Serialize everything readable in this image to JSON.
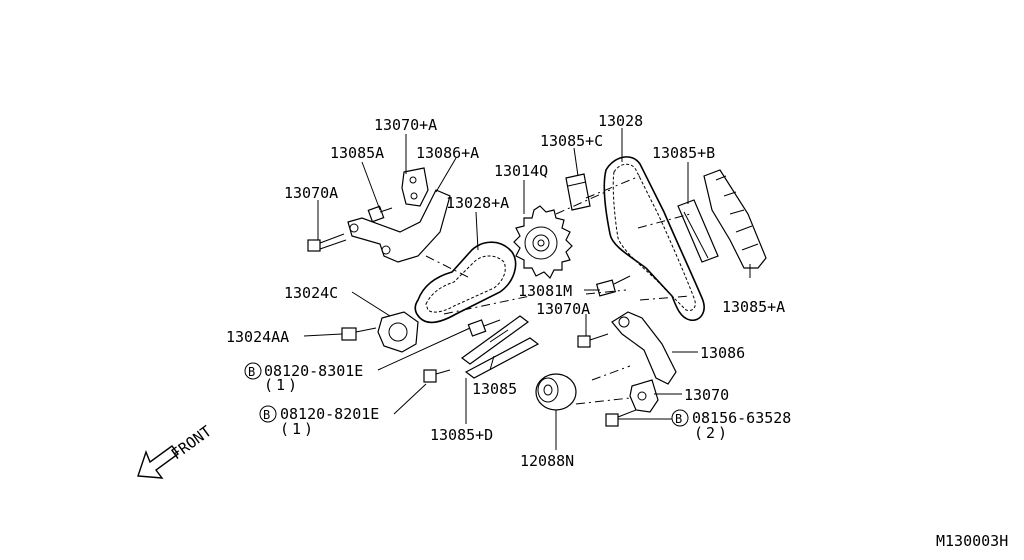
{
  "labels": {
    "l13070A_plus": "13070+A",
    "l13085A": "13085A",
    "l13086A_plus": "13086+A",
    "l13070A": "13070A",
    "l13028A_plus": "13028+A",
    "l13014Q": "13014Q",
    "l13085C_plus": "13085+C",
    "l13028": "13028",
    "l13085B_plus": "13085+B",
    "l13024C": "13024C",
    "l13024AA": "13024AA",
    "l13081M": "13081M",
    "l13070A_b": "13070A",
    "l13085A_plus": "13085+A",
    "l13086": "13086",
    "l13085": "13085",
    "l13070": "13070",
    "l13085D_plus": "13085+D",
    "l12088N": "12088N",
    "bolt1": "08120-8301E",
    "bolt1_qty": "(1)",
    "bolt2": "08120-8201E",
    "bolt2_qty": "(1)",
    "bolt3": "08156-63528",
    "bolt3_qty": "(2)",
    "front": "FRONT",
    "circle_b": "B",
    "diagram_id": "M130003H"
  }
}
